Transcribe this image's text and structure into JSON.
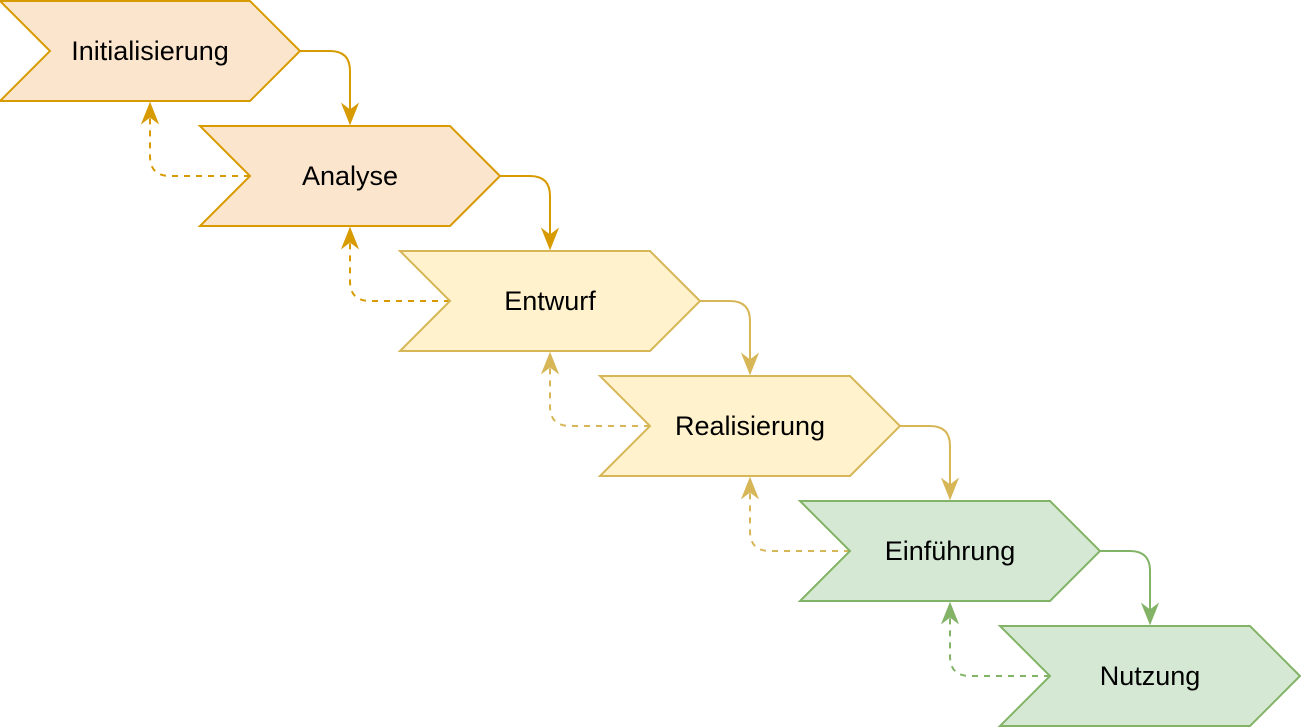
{
  "diagram": {
    "type": "waterfall-process",
    "stages": [
      {
        "id": "initialisierung",
        "label": "Initialisierung",
        "fill": "#fce5cd",
        "stroke": "#d79b00"
      },
      {
        "id": "analyse",
        "label": "Analyse",
        "fill": "#fce5cd",
        "stroke": "#d79b00"
      },
      {
        "id": "entwurf",
        "label": "Entwurf",
        "fill": "#fff2cc",
        "stroke": "#d6b656"
      },
      {
        "id": "realisierung",
        "label": "Realisierung",
        "fill": "#fff2cc",
        "stroke": "#d6b656"
      },
      {
        "id": "einfuehrung",
        "label": "Einführung",
        "fill": "#d5e8d4",
        "stroke": "#82b366"
      },
      {
        "id": "nutzung",
        "label": "Nutzung",
        "fill": "#d5e8d4",
        "stroke": "#82b366"
      }
    ],
    "connectors": {
      "forward_style": "solid",
      "backward_style": "dashed"
    }
  }
}
